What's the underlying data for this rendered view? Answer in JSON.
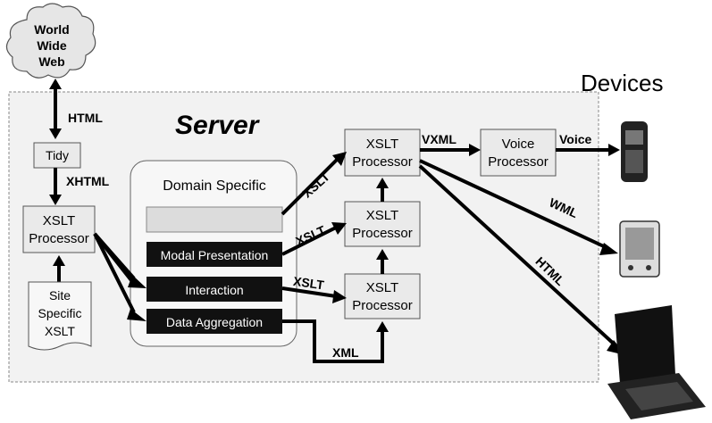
{
  "cloud": {
    "line1": "World",
    "line2": "Wide",
    "line3": "Web"
  },
  "server_title": "Server",
  "devices_title": "Devices",
  "tidy": "Tidy",
  "left_xslt": {
    "line1": "XSLT",
    "line2": "Processor"
  },
  "site_specific": {
    "line1": "Site",
    "line2": "Specific",
    "line3": "XSLT"
  },
  "domain_specific": {
    "title": "Domain Specific",
    "rows": [
      "",
      "Modal Presentation",
      "Interaction",
      "Data Aggregation"
    ]
  },
  "processors": {
    "top": {
      "line1": "XSLT",
      "line2": "Processor"
    },
    "mid": {
      "line1": "XSLT",
      "line2": "Processor"
    },
    "bottom": {
      "line1": "XSLT",
      "line2": "Processor"
    }
  },
  "voice_processor": {
    "line1": "Voice",
    "line2": "Processor"
  },
  "edge_labels": {
    "html_top": "HTML",
    "xhtml": "XHTML",
    "xslt_1": "XSLT",
    "xslt_2": "XSLT",
    "xslt_3": "XSLT",
    "xml": "XML",
    "vxml": "VXML",
    "voice": "Voice",
    "wml": "WML",
    "html_laptop": "HTML"
  },
  "colors": {
    "panel_fill": "#f2f2f2",
    "box_fill": "#eaeaea",
    "dark_row": "#111111",
    "light_row": "#dcdcdc",
    "arrow": "#000000"
  },
  "icons": [
    "phone-icon",
    "pda-icon",
    "laptop-icon"
  ]
}
